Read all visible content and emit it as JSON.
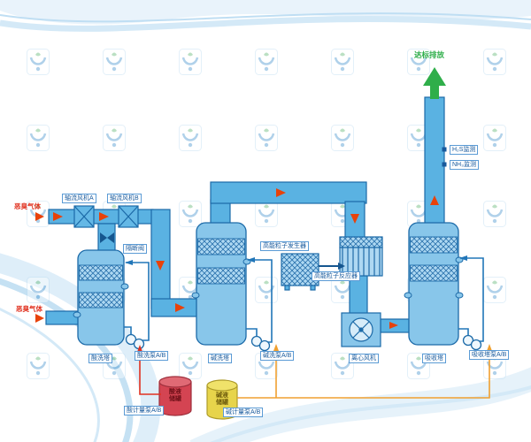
{
  "colors": {
    "duct_blue": "#5ab2e2",
    "tower_blue": "#88c6ea",
    "outline_blue": "#1c6aa8",
    "flow_arrow_red": "#e8420a",
    "acid_line_red": "#e03020",
    "alkali_line_orange": "#f0a030",
    "water_line_blue": "#2176b8",
    "emission_green": "#2fae4a",
    "acid_tank_red": "#d44452",
    "alkali_tank_yellow": "#e7d44b"
  },
  "labels": {
    "odor_gas_top": "恶臭气体",
    "odor_gas_bottom": "恶臭气体",
    "axial_fan_a": "轴流风机A",
    "axial_fan_b": "轴流风机B",
    "isolation_valve": "隔断阀",
    "acid_tower": "酸洗塔",
    "acid_pump": "酸洗泵A/B",
    "alkali_tower": "碱洗塔",
    "alkali_pump": "碱洗泵A/B",
    "particle_generator": "高能粒子发生器",
    "particle_reactor": "高能粒子反应器",
    "centrifugal_fan": "离心风机",
    "absorption_tower": "吸收塔",
    "absorption_pump": "吸收塔泵A/B",
    "acid_metering_pump": "酸计量泵A/B",
    "alkali_metering_pump": "碱计量泵A/B",
    "emission": "达标排放",
    "h2s_monitor": "H₂S监测",
    "nh3_monitor": "NH₃监测"
  },
  "tanks": {
    "acid": {
      "line1": "酸液",
      "line2": "储罐"
    },
    "alkali": {
      "line1": "碱液",
      "line2": "储罐"
    }
  }
}
